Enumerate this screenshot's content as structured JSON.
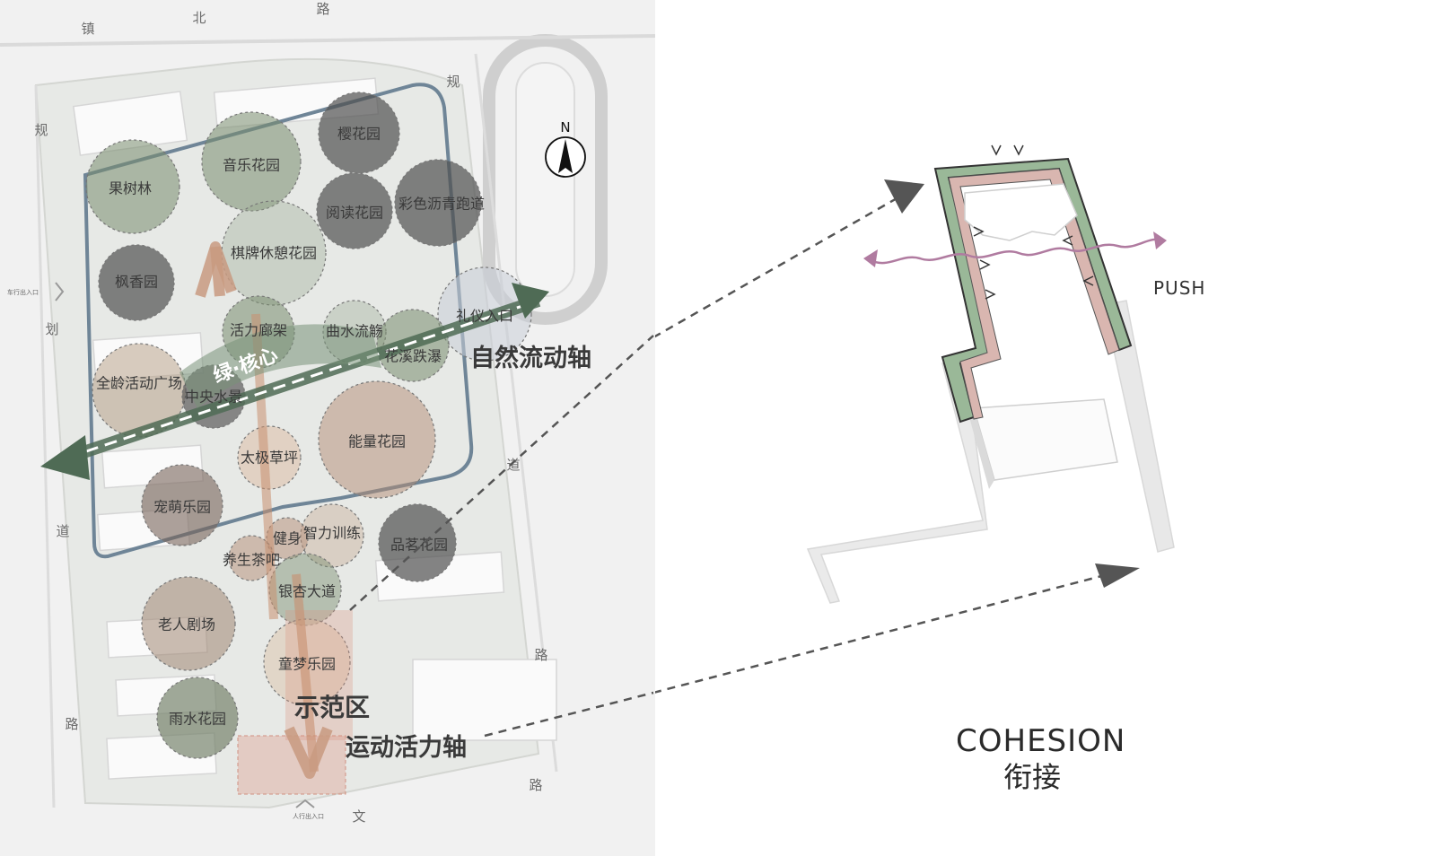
{
  "road_labels": {
    "north_1": "镇",
    "north_2": "北",
    "north_3": "路",
    "east_top_1": "规",
    "west_1": "规",
    "west_2": "划",
    "west_3": "道",
    "west_4": "路",
    "east_1": "道",
    "east_2": "路",
    "south_1": "路",
    "south_2": "文"
  },
  "entrances": {
    "west_entrance": "车行出入口",
    "south_entrance": "人行出入口"
  },
  "gardens": [
    "果树林",
    "音乐花园",
    "樱花园",
    "阅读花园",
    "彩色沥青跑道",
    "棋牌休憩花园",
    "枫香园",
    "礼仪入口",
    "活力廊架",
    "曲水流觞",
    "花溪跌瀑",
    "全龄活动广场",
    "中央水景",
    "太极草坪",
    "能量花园",
    "宠萌乐园",
    "智力训练",
    "健身",
    "品茗花园",
    "养生茶吧",
    "银杏大道",
    "老人剧场",
    "童梦乐园",
    "雨水花园"
  ],
  "core_label": "绿·核心",
  "axes": {
    "natural_flow": "自然流动轴",
    "demo_zone": "示范区",
    "sport_vitality": "运动活力轴"
  },
  "compass": "N",
  "diagram": {
    "push_label": "PUSH",
    "title_en": "COHESION",
    "title_cn": "衔接"
  },
  "colors": {
    "green_garden": "#8a9a80",
    "dark_garden": "#5c5c5c",
    "tan_garden": "#b8a088",
    "axis_green": "#4f6b55",
    "axis_tan": "#c89a80",
    "frame_blue": "#6f8597",
    "push_purple": "#b07ba0",
    "band_green": "#9ab898",
    "band_pink": "#d9b6b0"
  }
}
